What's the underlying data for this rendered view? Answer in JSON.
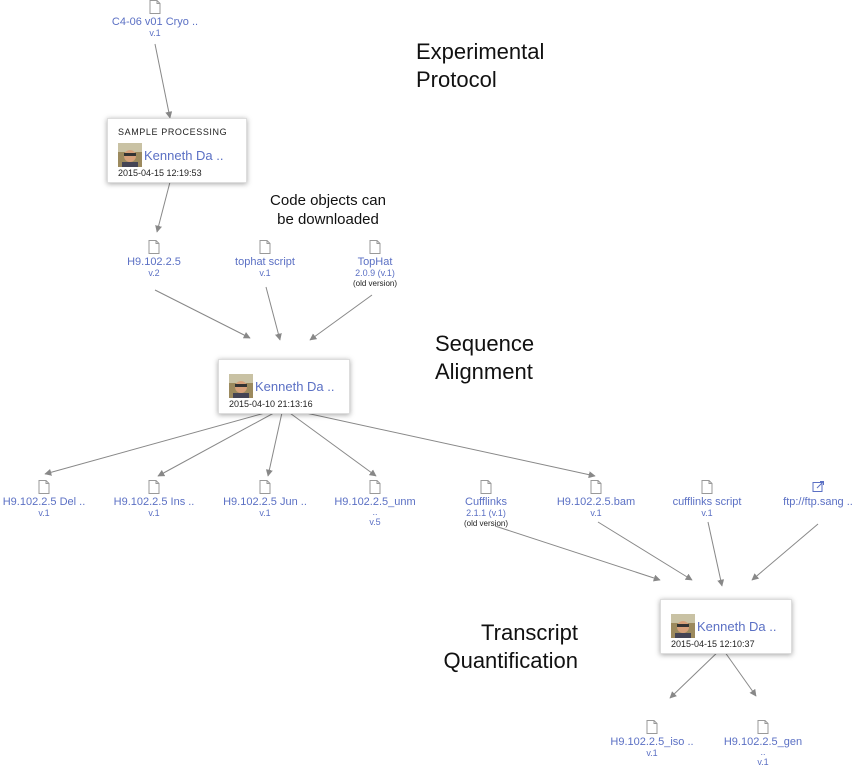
{
  "labels": {
    "experimental": "Experimental\nProtocol",
    "code_objects": "Code objects can\nbe downloaded",
    "sequence": "Sequence\nAlignment",
    "transcript": "Transcript\nQuantification"
  },
  "colors": {
    "link": "#5b70c4",
    "edge": "#888888"
  },
  "files": {
    "c4": {
      "name": "C4-06 v01 Cryo ..",
      "version": "v.1",
      "icon": "file-icon"
    },
    "h9_2": {
      "name": "H9.102.2.5",
      "version": "v.2",
      "icon": "file-icon"
    },
    "tophat_script": {
      "name": "tophat script",
      "version": "v.1",
      "icon": "file-icon"
    },
    "tophat": {
      "name": "TopHat",
      "version": "2.0.9 (v.1)",
      "note": "(old version)",
      "icon": "file-icon"
    },
    "del": {
      "name": "H9.102.2.5 Del ..",
      "version": "v.1",
      "icon": "file-icon"
    },
    "ins": {
      "name": "H9.102.2.5 Ins ..",
      "version": "v.1",
      "icon": "file-icon"
    },
    "jun": {
      "name": "H9.102.2.5 Jun ..",
      "version": "v.1",
      "icon": "file-icon"
    },
    "unm": {
      "name": "H9.102.2.5_unm",
      "dots": "..",
      "version": "v.5",
      "icon": "file-icon"
    },
    "cufflinks": {
      "name": "Cufflinks",
      "version": "2.1.1 (v.1)",
      "note": "(old version)",
      "icon": "file-icon"
    },
    "bam": {
      "name": "H9.102.2.5.bam",
      "version": "v.1",
      "icon": "file-icon"
    },
    "cuff_script": {
      "name": "cufflinks script",
      "version": "v.1",
      "icon": "file-icon"
    },
    "ftp": {
      "name": "ftp://ftp.sang ..",
      "version": "",
      "icon": "external-link-icon"
    },
    "iso": {
      "name": "H9.102.2.5_iso ..",
      "version": "v.1",
      "icon": "file-icon"
    },
    "gen": {
      "name": "H9.102.2.5_gen",
      "dots": "..",
      "version": "v.1",
      "icon": "file-icon"
    }
  },
  "activities": {
    "a1": {
      "title": "SAMPLE PROCESSING",
      "user": "Kenneth Da ..",
      "timestamp": "2015-04-15 12:19:53"
    },
    "a2": {
      "title": "",
      "user": "Kenneth Da ..",
      "timestamp": "2015-04-10 21:13:16"
    },
    "a3": {
      "title": "",
      "user": "Kenneth Da ..",
      "timestamp": "2015-04-15 12:10:37"
    }
  }
}
